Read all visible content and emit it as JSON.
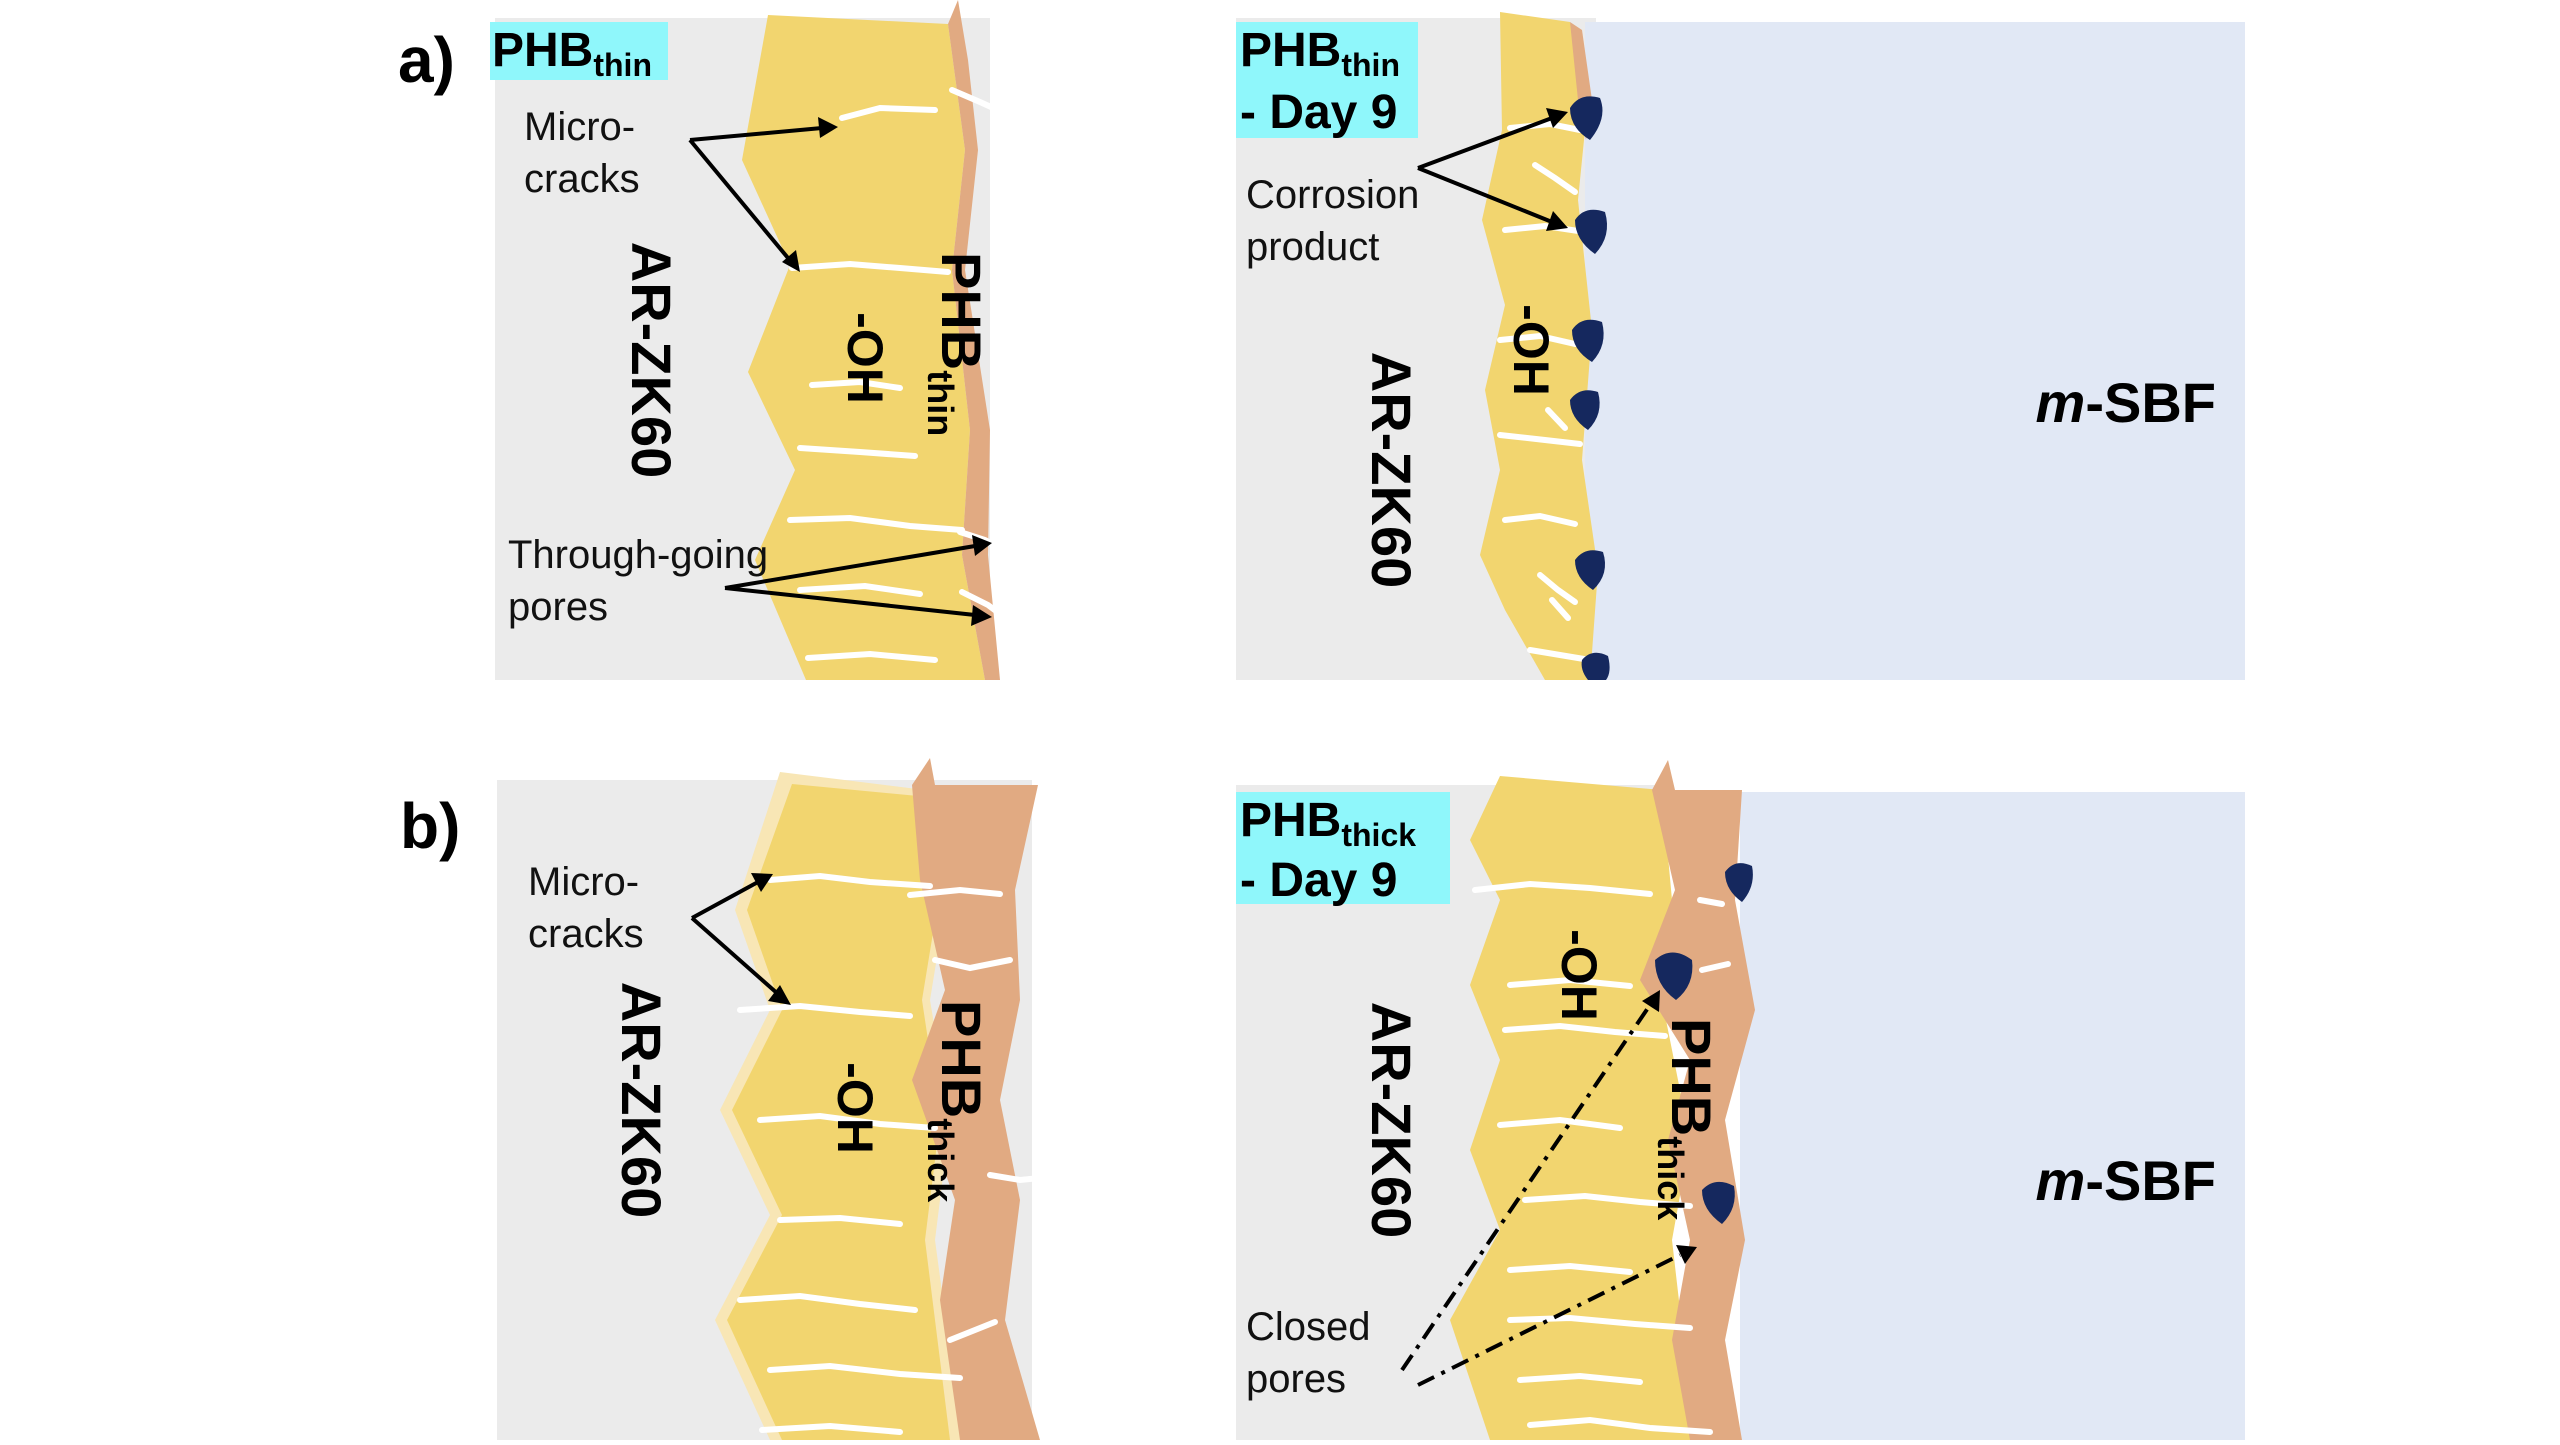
{
  "panel_a": {
    "letter": "a)",
    "left": {
      "tag": {
        "main": "PHB",
        "sub": "thin"
      },
      "substrate": "AR-ZK60",
      "hydroxyl": "-OH",
      "coating": {
        "main": "PHB",
        "sub": "thin"
      },
      "callout_microcracks": [
        "Micro-",
        "cracks"
      ],
      "callout_pores": [
        "Through-going",
        "pores"
      ]
    },
    "right": {
      "tag": {
        "main": "PHB",
        "sub": "thin",
        "line2": "- Day 9"
      },
      "substrate": "AR-ZK60",
      "hydroxyl": "-OH",
      "callout_corrosion": [
        "Corrosion",
        "product"
      ],
      "medium": {
        "italic": "m",
        "rest": "-SBF"
      }
    }
  },
  "panel_b": {
    "letter": "b)",
    "left": {
      "substrate": "AR-ZK60",
      "hydroxyl": "-OH",
      "coating": {
        "main": "PHB",
        "sub": "thick"
      },
      "callout_microcracks": [
        "Micro-",
        "cracks"
      ]
    },
    "right": {
      "tag": {
        "main": "PHB",
        "sub": "thick",
        "line2": "- Day 9"
      },
      "substrate": "AR-ZK60",
      "hydroxyl": "-OH",
      "coating": {
        "main": "PHB",
        "sub": "thick"
      },
      "callout_pores": [
        "Closed",
        "pores"
      ],
      "medium": {
        "italic": "m",
        "rest": "-SBF"
      }
    }
  },
  "colors": {
    "substrate_bg": "#ebebeb",
    "oxide_layer": "#f2d56f",
    "phb_coating": "#e1aa82",
    "sbf_medium": "#e1e8f5",
    "corrosion_product": "#15285e",
    "tag_highlight": "#8ff7fb"
  }
}
